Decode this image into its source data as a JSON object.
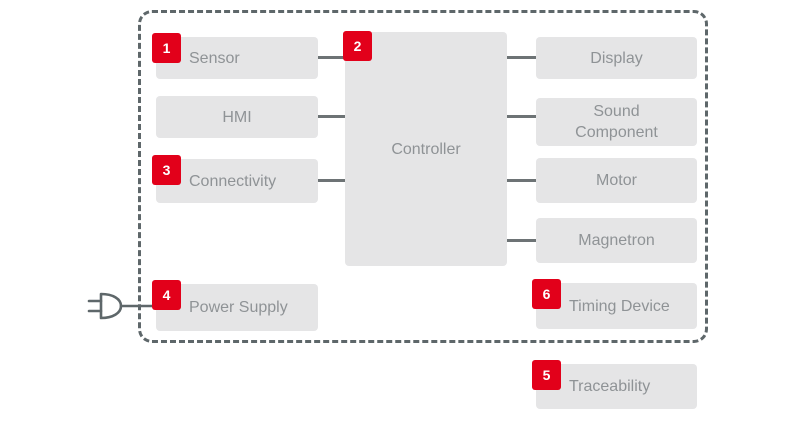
{
  "diagram": {
    "boxes": {
      "sensor": {
        "label": "Sensor",
        "badge": "1"
      },
      "hmi": {
        "label": "HMI"
      },
      "connectivity": {
        "label": "Connectivity",
        "badge": "3"
      },
      "power_supply": {
        "label": "Power Supply",
        "badge": "4"
      },
      "controller": {
        "label": "Controller",
        "badge": "2"
      },
      "display": {
        "label": "Display"
      },
      "sound_component": {
        "label": "Sound Component"
      },
      "motor": {
        "label": "Motor"
      },
      "magnetron": {
        "label": "Magnetron"
      },
      "timing_device": {
        "label": "Timing Device",
        "badge": "6"
      },
      "traceability": {
        "label": "Traceability",
        "badge": "5"
      }
    },
    "icons": {
      "power_plug": "power-plug-icon"
    },
    "colors": {
      "badge_red": "#e2001a",
      "box_fill": "#e5e5e6",
      "label_text": "#8f9396",
      "connector_line": "#6d7375",
      "dashed_border": "#5e676a",
      "background": "#ffffff"
    }
  }
}
